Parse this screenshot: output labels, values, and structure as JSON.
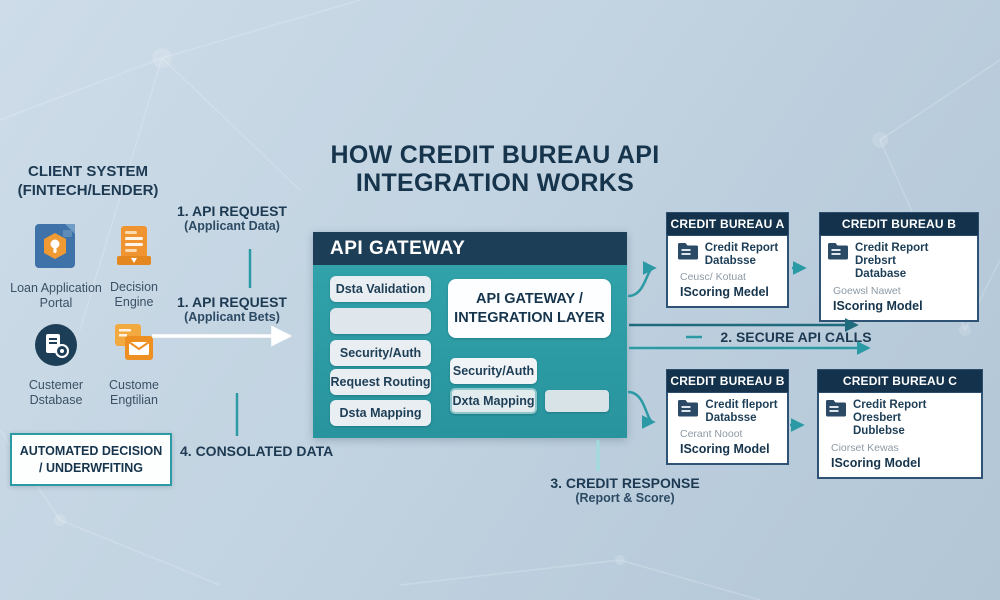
{
  "colors": {
    "navy": "#16354d",
    "header_navy": "#1d3e57",
    "bureau_navy": "#14324b",
    "teal": "#2b9aa4",
    "teal_dark": "#1f6a7c",
    "box_light": "#e9eef2",
    "gray_text": "#8d9aa6",
    "label_navy": "#1d3a52",
    "icon_blue": "#3f72a8",
    "icon_orange": "#ee9430",
    "bg_light": "#cddce8",
    "bg_dark": "#b2c6d6"
  },
  "title": {
    "line1": "HOW CREDIT BUREAU API",
    "line2": "INTEGRATION WORKS"
  },
  "client_system": {
    "heading_line1": "CLIENT SYSTEM",
    "heading_line2": "(FINTECH/LENDER)",
    "items": [
      {
        "icon": "loan-application-portal-icon",
        "label_line1": "Loan Application",
        "label_line2": "Portal"
      },
      {
        "icon": "decision-engine-icon",
        "label_line1": "Decision",
        "label_line2": "Engine"
      },
      {
        "icon": "customer-database-icon",
        "label_line1": "Custemer",
        "label_line2": "Dstabase"
      },
      {
        "icon": "customer-engagement-icon",
        "label_line1": "Custome",
        "label_line2": "Engtilian"
      }
    ]
  },
  "steps": {
    "step1a": {
      "line1": "1. API REQUEST",
      "line2": "(Applicant Data)"
    },
    "step1b": {
      "line1": "1. API REQUEST",
      "line2": "(Applicant Bets)"
    },
    "step2": "2. SECURE API CALLS",
    "step3": {
      "line1": "3. CREDIT RESPONSE",
      "line2": "(Report & Score)"
    },
    "step4": "4. CONSOLATED DATA"
  },
  "gateway": {
    "header": "API GATEWAY",
    "left_boxes": [
      "Dsta Validation",
      "",
      "Security/Auth",
      "Request Routing",
      "Dsta Mapping"
    ],
    "integration_layer": {
      "line1": "API GATEWAY /",
      "line2": "INTEGRATION LAYER"
    },
    "security_box": "Security/Auth",
    "mapping_box": "Dxta Mapping",
    "empty_box": ""
  },
  "bureaus": [
    {
      "name": "CREDIT BUREAU A",
      "db_line1": "Credit Report",
      "db_line2": "Databsse",
      "sub": "Ceusc/ Kotuat",
      "model": "IScoring Medel"
    },
    {
      "name": "CREDIT BUREAU B",
      "db_line1": "Credit Report Drebsrt",
      "db_line2": "Database",
      "sub": "Goewsl Nawet",
      "model": "IScoring Model"
    },
    {
      "name": "CREDIT BUREAU B",
      "db_line1": "Credit fleport",
      "db_line2": "Databsse",
      "sub": "Cerant Nooot",
      "model": "IScoring Model"
    },
    {
      "name": "CREDIT BUREAU C",
      "db_line1": "Credit Report Oresbert",
      "db_line2": "Dublebse",
      "sub": "Ciorset Kewas",
      "model": "IScoring Model"
    }
  ],
  "decision_box": {
    "line1": "AUTOMATED DECISION",
    "line2": "/ UNDERWFITING"
  }
}
